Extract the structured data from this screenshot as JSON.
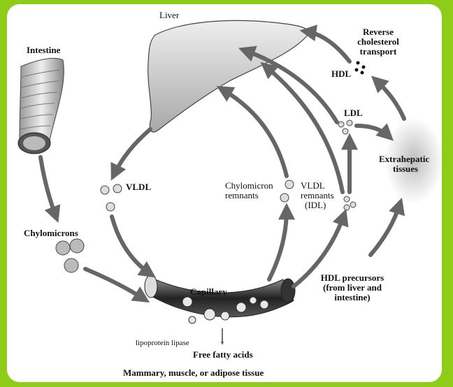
{
  "colors": {
    "frame": "#8fcc1a",
    "panel": "#ffffff",
    "arrow": "#666666",
    "tissue": "#d0d0d0"
  },
  "labels": {
    "liver": "Liver",
    "intestine": "Intestine",
    "reverse_line1": "Reverse",
    "reverse_line2": "cholesterol",
    "reverse_line3": "transport",
    "hdl": "HDL",
    "ldl": "LDL",
    "extrahepatic_line1": "Extrahepatic",
    "extrahepatic_line2": "tissues",
    "vldl": "VLDL",
    "chylomicron_remnants_line1": "Chylomicron",
    "chylomicron_remnants_line2": "remnants",
    "vldl_remnants_line1": "VLDL",
    "vldl_remnants_line2": "remnants",
    "vldl_remnants_line3": "(IDL)",
    "chylomicrons": "Chylomicrons",
    "capillary": "Capillary",
    "hdl_precursors_line1": "HDL precursors",
    "hdl_precursors_line2": "(from liver and",
    "hdl_precursors_line3": "intestine)",
    "lipoprotein_lipase": "lipoprotein lipase",
    "free_fatty_acids": "Free fatty acids",
    "tissue": "Mammary, muscle, or adipose tissue"
  }
}
